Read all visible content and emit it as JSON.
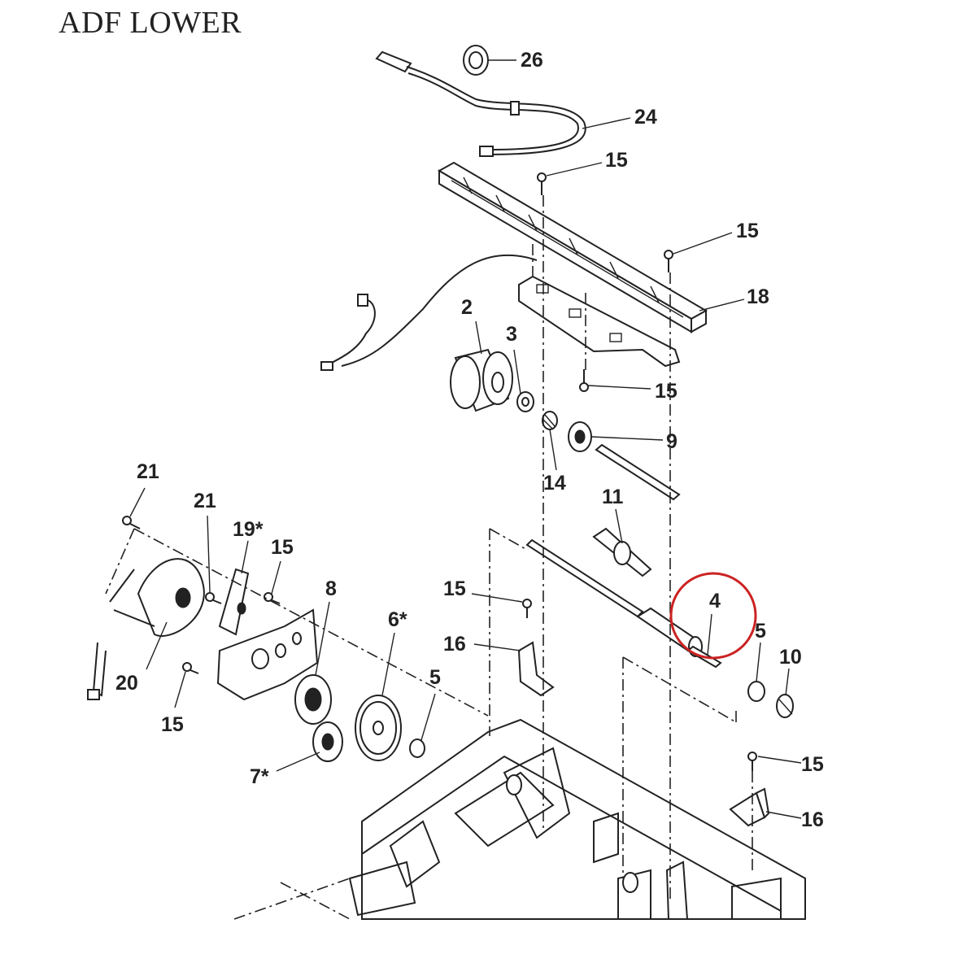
{
  "title": "ADF LOWER",
  "highlight_color": "#cc2222",
  "callouts": {
    "c26": "26",
    "c24": "24",
    "c15a": "15",
    "c15b": "15",
    "c18": "18",
    "c2": "2",
    "c3": "3",
    "c15c": "15",
    "c9": "9",
    "c14": "14",
    "c21a": "21",
    "c21b": "21",
    "c19": "19*",
    "c15d": "15",
    "c11": "11",
    "c8": "8",
    "c6": "6*",
    "c15e": "15",
    "c4": "4",
    "c5a": "5",
    "c10": "10",
    "c16a": "16",
    "c5b": "5",
    "c20": "20",
    "c15f": "15",
    "c7": "7*",
    "c15g": "15",
    "c16b": "16"
  }
}
